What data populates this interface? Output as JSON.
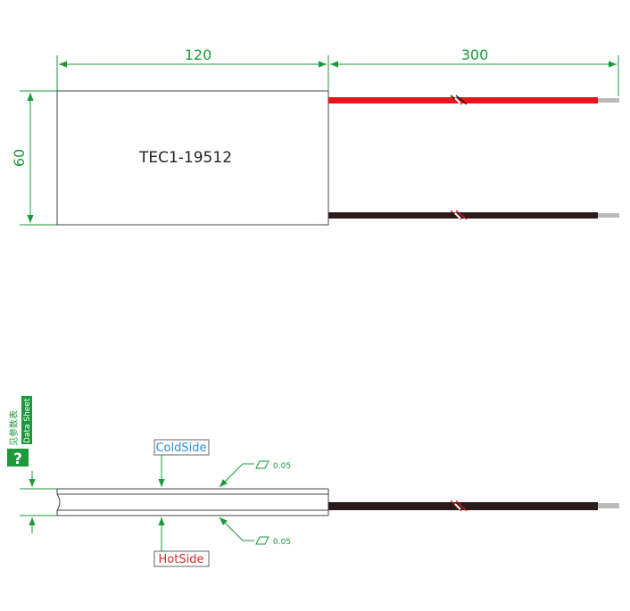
{
  "top_view": {
    "dim_width": "120",
    "dim_lead": "300",
    "dim_height": "60",
    "model": "TEC1-19512"
  },
  "side_view": {
    "cold_side": "ColdSide",
    "hot_side": "HotSide",
    "flatness_top": "0.05",
    "flatness_bottom": "0.05",
    "badge_cn": "见参数表",
    "badge_en": "Data Sheet",
    "badge_symbol": "?"
  },
  "colors": {
    "dimension": "#1a9a3a",
    "red_wire": "#e8141b",
    "black_wire": "#2a1a1a",
    "tip": "#bbbbbb"
  }
}
